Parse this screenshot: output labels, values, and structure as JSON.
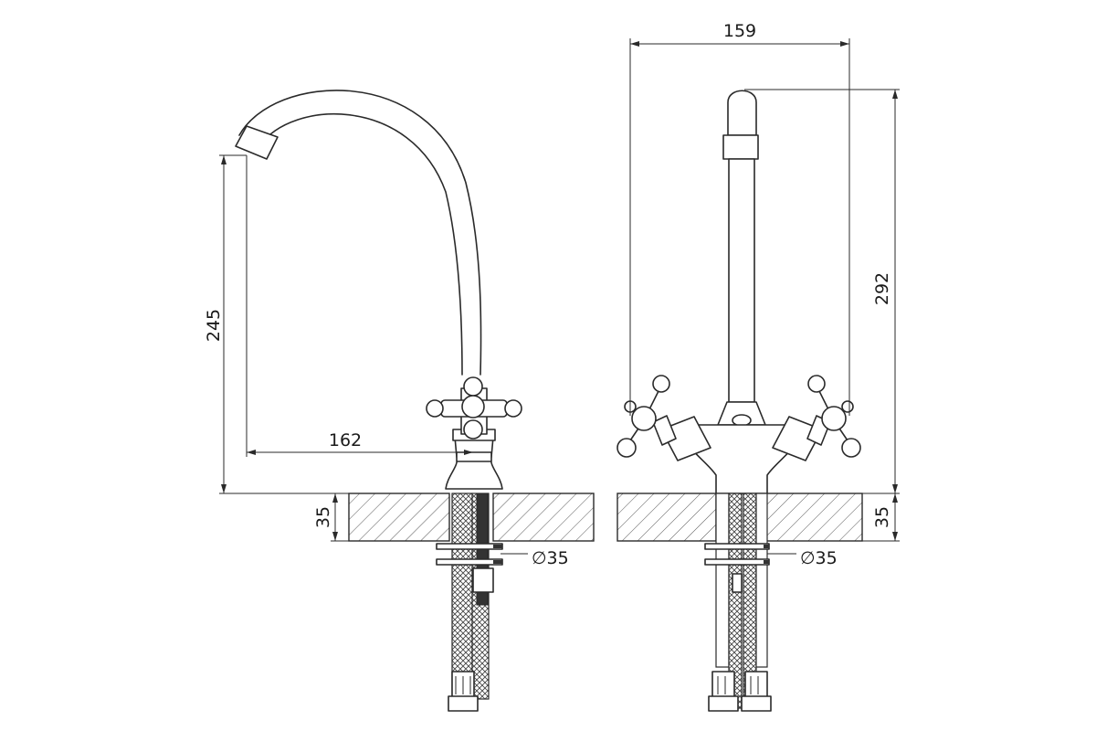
{
  "dimensions": {
    "spout_height": "245",
    "spout_reach": "162",
    "overall_width": "159",
    "overall_height": "292",
    "countertop_left": "35",
    "countertop_right": "35",
    "hole_diameter_left": "∅35",
    "hole_diameter_right": "∅35"
  },
  "colors": {
    "line": "#2a2a2a",
    "hatch": "#555555",
    "background": "#ffffff"
  }
}
